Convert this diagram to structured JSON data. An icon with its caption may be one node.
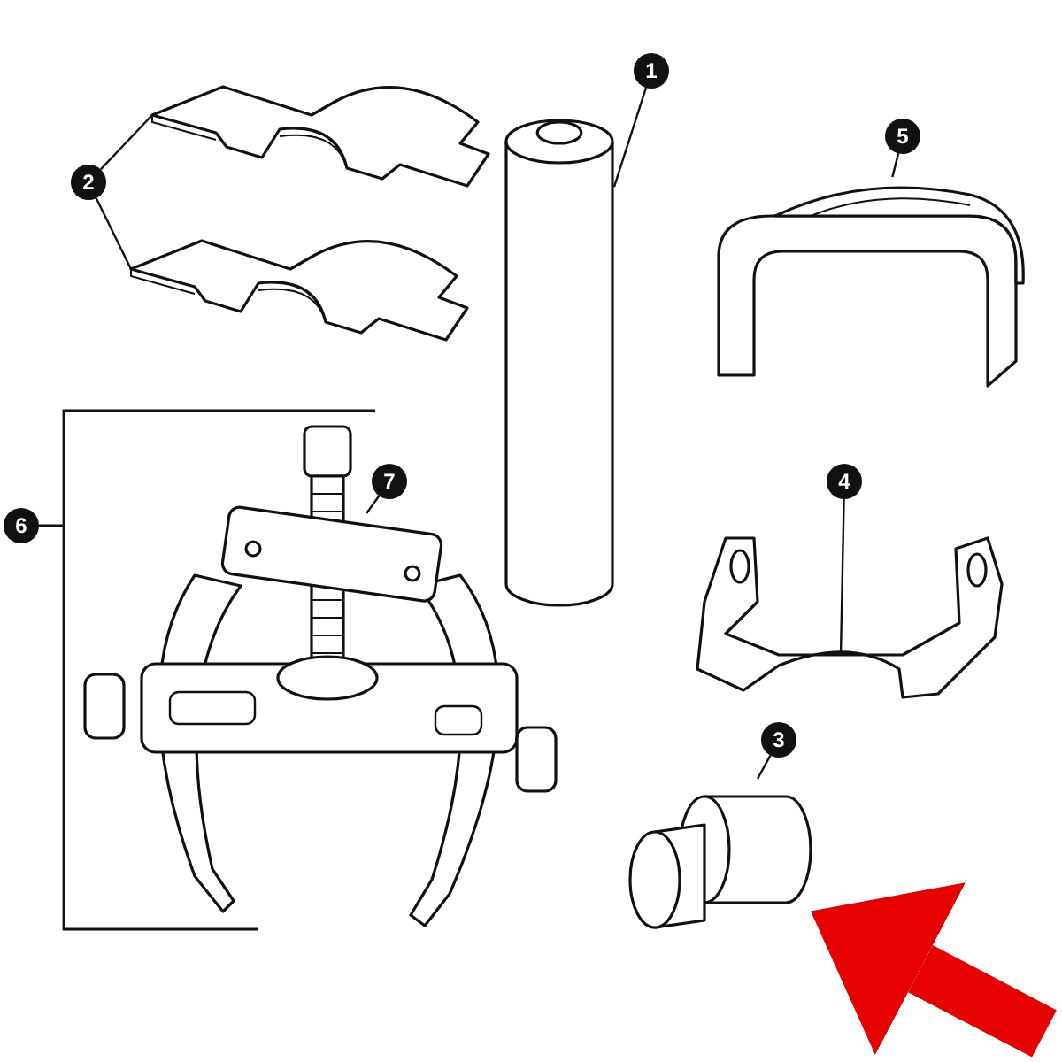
{
  "diagram": {
    "nodes": [
      {
        "text": [
          "1"
        ]
      },
      {
        "text": [],
        "shape": "cylinder"
      },
      {
        "text": [
          "2"
        ]
      },
      {
        "text": [],
        "shape": "picture"
      },
      {
        "text": [],
        "shape": "picture"
      },
      {
        "text": [
          "5"
        ]
      },
      {
        "text": [],
        "shape": "picture"
      },
      {
        "text": [
          "4"
        ]
      },
      {
        "text": [],
        "shape": "picture"
      },
      {
        "text": [],
        "shape": "picture"
      },
      {
        "text": [
          "7"
        ],
        "in": 9
      },
      {
        "text": [],
        "shape": "picture",
        "in": 9
      },
      {
        "text": [
          "3"
        ]
      },
      {
        "text": [],
        "shape": "picture"
      },
      {
        "text": [
          "6"
        ]
      }
    ],
    "edges": [
      {
        "from": 0,
        "to": 1,
        "arrow": "none"
      },
      {
        "from": 2,
        "to": 3,
        "arrow": "none"
      },
      {
        "from": 2,
        "to": 4,
        "arrow": "none"
      },
      {
        "from": 5,
        "to": 6,
        "arrow": "none"
      },
      {
        "from": 7,
        "to": 8,
        "arrow": "none"
      },
      {
        "from": 10,
        "to": 11,
        "arrow": "none"
      },
      {
        "from": 12,
        "to": 13,
        "arrow": "none"
      },
      {
        "from": null,
        "to": 13,
        "arrow": "to",
        "style": "thick",
        "color": "#e60000"
      }
    ]
  }
}
